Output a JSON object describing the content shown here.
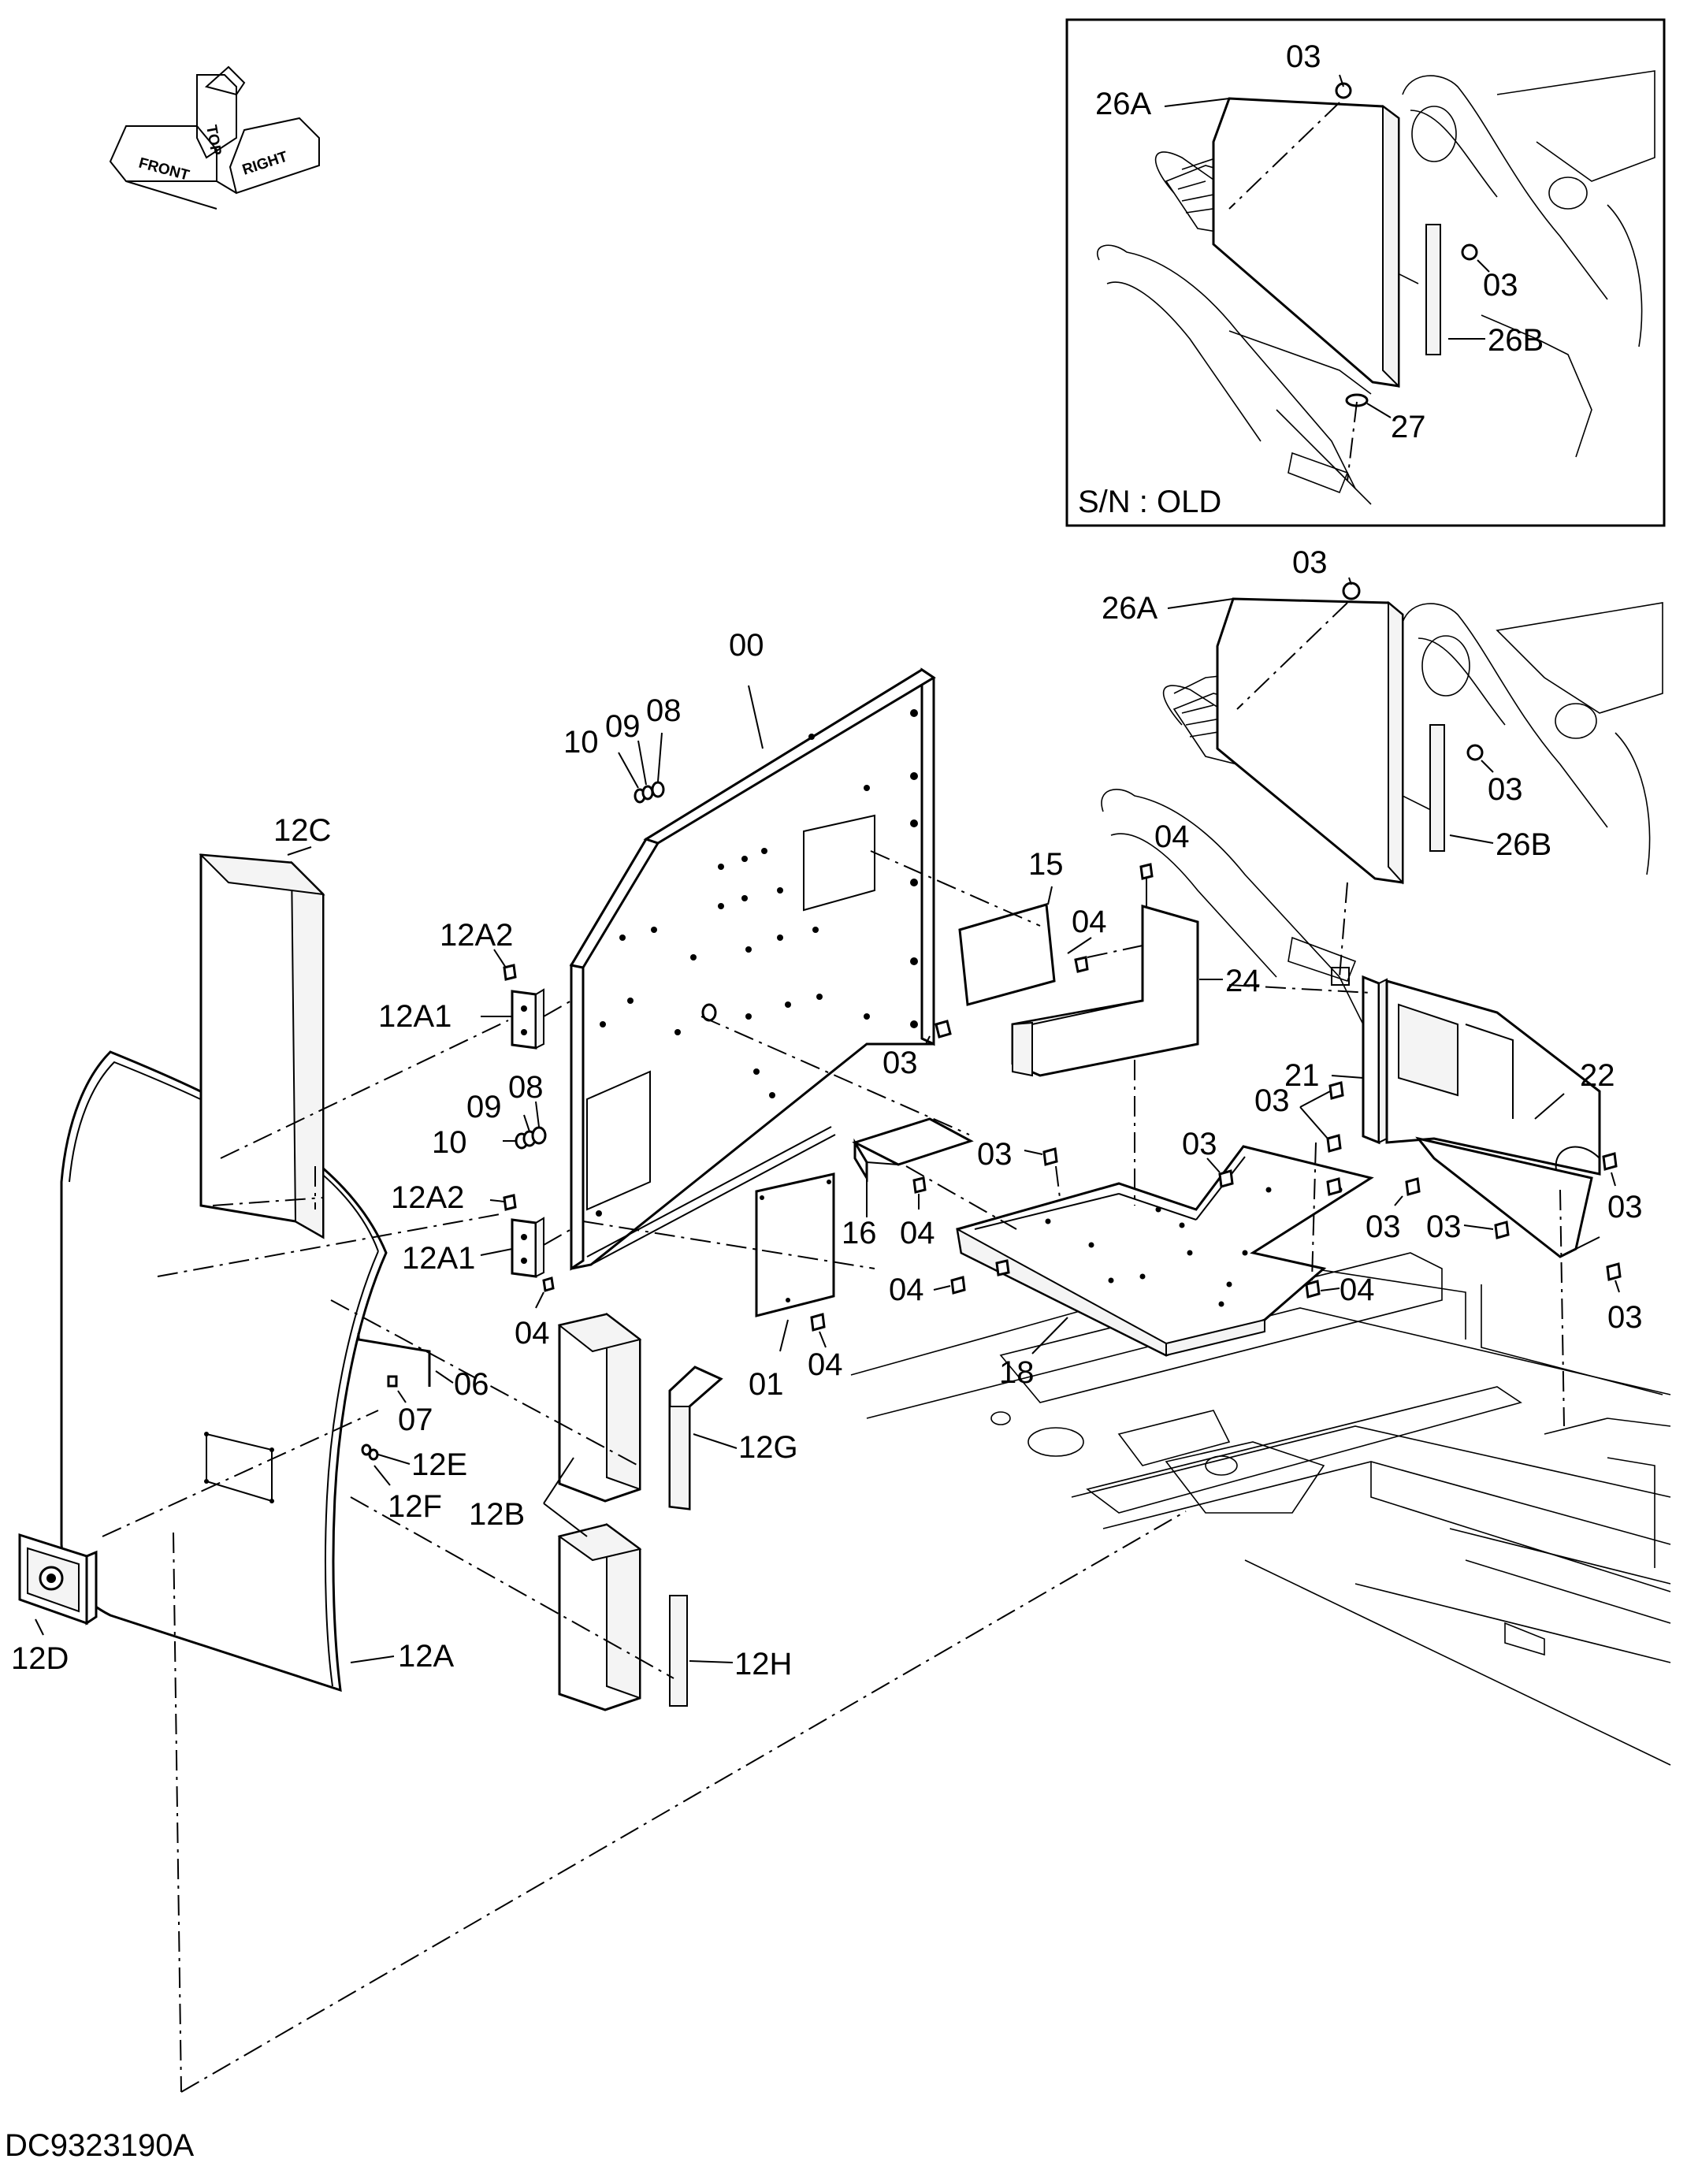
{
  "diagram": {
    "drawing_code": "DC9323190A",
    "inset": {
      "serial_label": "S/N : OLD"
    },
    "orientation_symbol": {
      "top": "TOP",
      "front": "FRONT",
      "right": "RIGHT"
    },
    "callouts": {
      "c00": "00",
      "c01": "01",
      "c03": "03",
      "c04": "04",
      "c06": "06",
      "c07": "07",
      "c08": "08",
      "c09": "09",
      "c10": "10",
      "c12A": "12A",
      "c12A1": "12A1",
      "c12A2": "12A2",
      "c12B": "12B",
      "c12C": "12C",
      "c12D": "12D",
      "c12E": "12E",
      "c12F": "12F",
      "c12G": "12G",
      "c12H": "12H",
      "c15": "15",
      "c16": "16",
      "c18": "18",
      "c21": "21",
      "c22": "22",
      "c24": "24",
      "c26A": "26A",
      "c26B": "26B",
      "c27": "27"
    },
    "colors": {
      "ink": "#000000",
      "paper": "#ffffff"
    }
  }
}
